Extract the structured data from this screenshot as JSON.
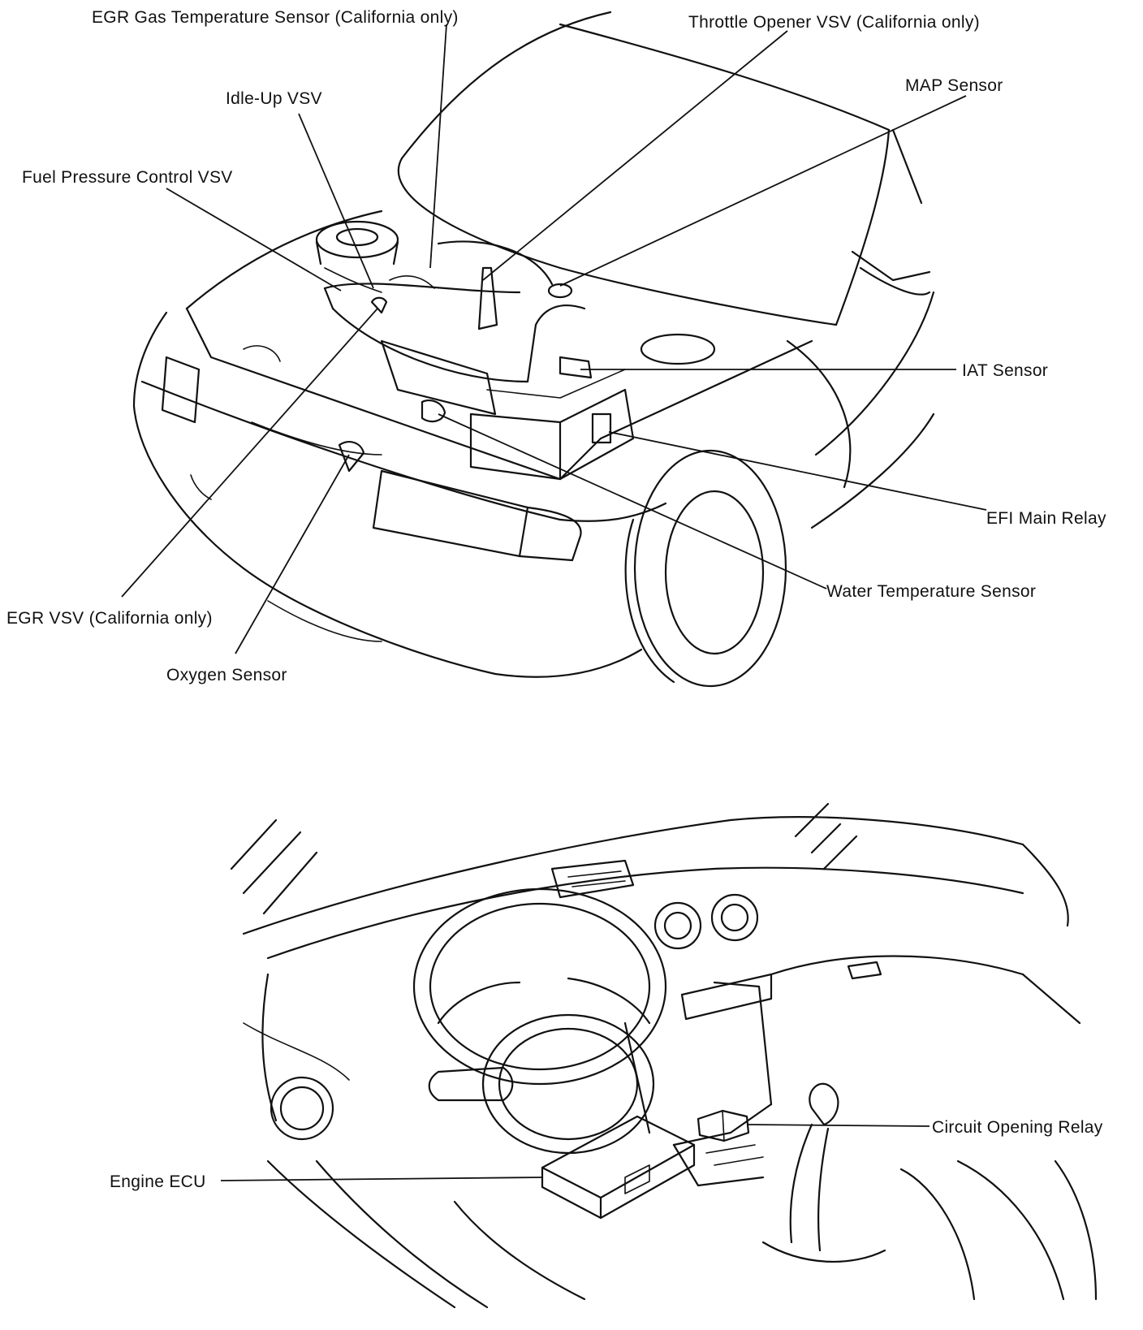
{
  "engine_bay_callouts": {
    "egr_gas_temp_sensor": "EGR Gas Temperature Sensor (California only)",
    "throttle_opener_vsv": "Throttle Opener VSV  (California only)",
    "idle_up_vsv": "Idle-Up VSV",
    "map_sensor": "MAP Sensor",
    "fuel_pressure_control_vsv": "Fuel Pressure Control VSV",
    "iat_sensor": "IAT Sensor",
    "efi_main_relay": "EFI Main Relay",
    "water_temp_sensor": "Water Temperature Sensor",
    "egr_vsv": "EGR VSV (California only)",
    "oxygen_sensor": "Oxygen Sensor"
  },
  "cabin_callouts": {
    "circuit_opening_relay": "Circuit Opening Relay",
    "engine_ecu": "Engine ECU"
  }
}
